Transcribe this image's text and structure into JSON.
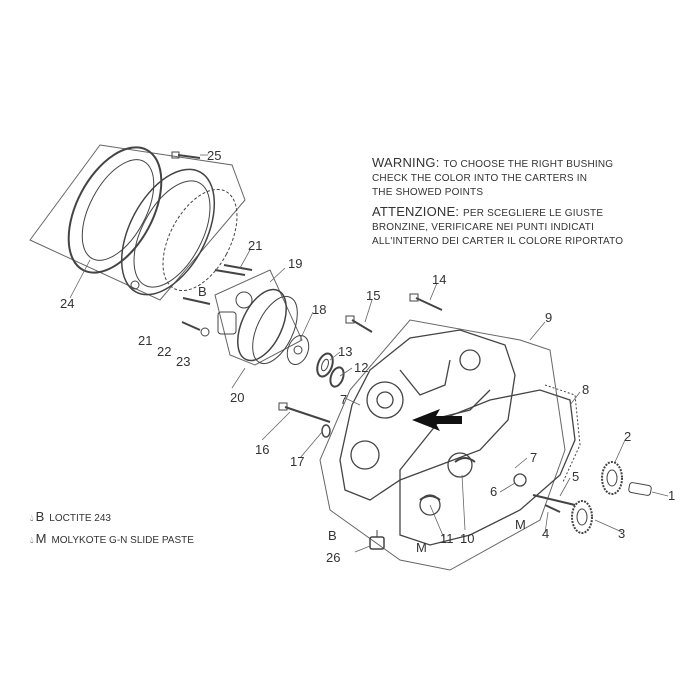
{
  "warning": {
    "head_en": "WARNING:",
    "line1_en": "TO CHOOSE THE RIGHT BUSHING",
    "line2_en": "CHECK THE COLOR INTO THE CARTERS IN",
    "line3_en": "THE SHOWED POINTS",
    "head_it": "ATTENZIONE:",
    "line1_it": "PER SCEGLIERE LE GIUSTE",
    "line2_it": "BRONZINE, VERIFICARE NEI PUNTI INDICATI",
    "line3_it": "ALL'INTERNO DEI CARTER IL COLORE RIPORTATO"
  },
  "legend": [
    {
      "symbol": "B",
      "text": "LOCTITE 243"
    },
    {
      "symbol": "M",
      "text": "MOLYKOTE G-N SLIDE PASTE"
    }
  ],
  "callouts": {
    "c1": "1",
    "c2": "2",
    "c3": "3",
    "c4": "4",
    "c5": "5",
    "c6": "6",
    "c7a": "7",
    "c7b": "7",
    "c8": "8",
    "c9": "9",
    "c10": "10",
    "c11": "11",
    "c12": "12",
    "c13": "13",
    "c14": "14",
    "c15": "15",
    "c16": "16",
    "c17": "17",
    "c18": "18",
    "c19": "19",
    "c20": "20",
    "c21a": "21",
    "c21b": "21",
    "c22": "22",
    "c23": "23",
    "c24": "24",
    "c25": "25",
    "c26": "26"
  },
  "markers": {
    "b_top": "B",
    "b_bottom": "B",
    "m_right": "M",
    "m_bottom": "M"
  }
}
